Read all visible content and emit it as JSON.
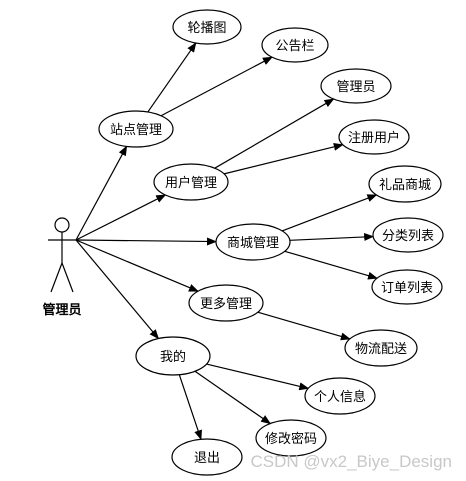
{
  "actor": {
    "label": "管理员",
    "icon": "stick-figure-icon"
  },
  "use_cases": [
    {
      "id": "zhandian",
      "label": "站点管理"
    },
    {
      "id": "lunbo",
      "label": "轮播图"
    },
    {
      "id": "gonggao",
      "label": "公告栏"
    },
    {
      "id": "yonghu",
      "label": "用户管理"
    },
    {
      "id": "guanliyuan",
      "label": "管理员"
    },
    {
      "id": "zhuce",
      "label": "注册用户"
    },
    {
      "id": "shangcheng",
      "label": "商城管理"
    },
    {
      "id": "lipin",
      "label": "礼品商城"
    },
    {
      "id": "fenlei",
      "label": "分类列表"
    },
    {
      "id": "dingdan",
      "label": "订单列表"
    },
    {
      "id": "gengduo",
      "label": "更多管理"
    },
    {
      "id": "wuliu",
      "label": "物流配送"
    },
    {
      "id": "wode",
      "label": "我的"
    },
    {
      "id": "geren",
      "label": "个人信息"
    },
    {
      "id": "xiugai",
      "label": "修改密码"
    },
    {
      "id": "tuichu",
      "label": "退出"
    }
  ],
  "relations": [
    {
      "from": "actor",
      "to": "zhandian"
    },
    {
      "from": "actor",
      "to": "yonghu"
    },
    {
      "from": "actor",
      "to": "shangcheng"
    },
    {
      "from": "actor",
      "to": "gengduo"
    },
    {
      "from": "actor",
      "to": "wode"
    },
    {
      "from": "zhandian",
      "to": "lunbo"
    },
    {
      "from": "zhandian",
      "to": "gonggao"
    },
    {
      "from": "yonghu",
      "to": "guanliyuan"
    },
    {
      "from": "yonghu",
      "to": "zhuce"
    },
    {
      "from": "shangcheng",
      "to": "lipin"
    },
    {
      "from": "shangcheng",
      "to": "fenlei"
    },
    {
      "from": "shangcheng",
      "to": "dingdan"
    },
    {
      "from": "gengduo",
      "to": "wuliu"
    },
    {
      "from": "wode",
      "to": "geren"
    },
    {
      "from": "wode",
      "to": "xiugai"
    },
    {
      "from": "wode",
      "to": "tuichu"
    }
  ],
  "watermark": "CSDN @vx2_Biye_Design"
}
